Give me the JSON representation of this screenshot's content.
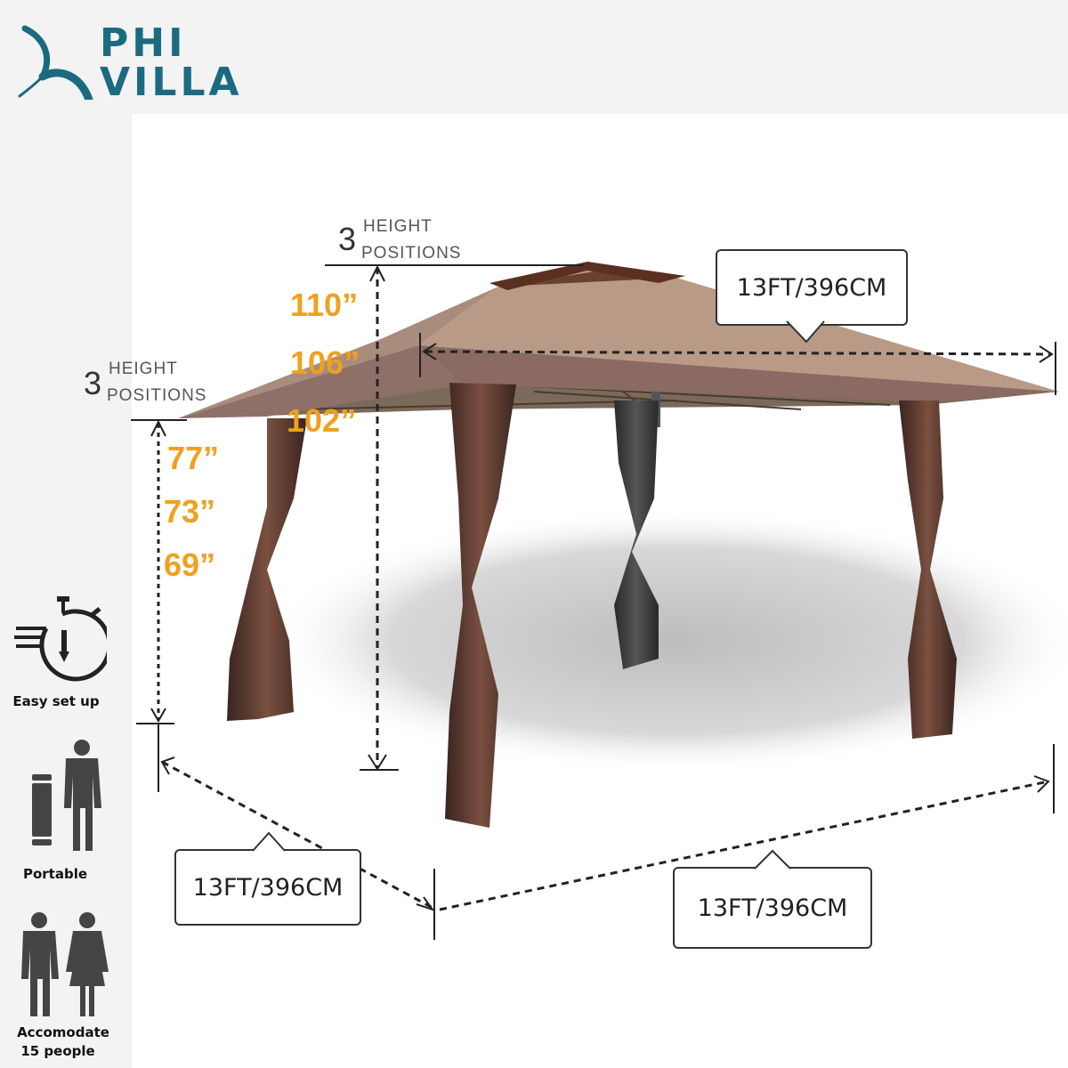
{
  "brand": {
    "line1": "PHI",
    "line2": "VILLA",
    "color": "#1a6a80"
  },
  "product": {
    "type": "pop-up gazebo canopy with mosquito netting",
    "canopy_color_top": "#b89a86",
    "canopy_color_edge": "#8a6a62",
    "netting_color": "#5a3a30"
  },
  "center_height": {
    "count": "3",
    "label_top": "HEIGHT",
    "label_bottom": "POSITIONS",
    "values": [
      "110”",
      "106”",
      "102”"
    ]
  },
  "eave_height": {
    "count": "3",
    "label_top": "HEIGHT",
    "label_bottom": "POSITIONS",
    "values": [
      "77”",
      "73”",
      "69”"
    ]
  },
  "dimensions": {
    "top_width": "13FT/396CM",
    "left_depth": "13FT/396CM",
    "bottom_width": "13FT/396CM"
  },
  "features": [
    {
      "icon": "stopwatch-icon",
      "label": "Easy set up"
    },
    {
      "icon": "portable-person-icon",
      "label": "Portable"
    },
    {
      "icon": "people-icon",
      "label_line1": "Accomodate",
      "label_line2": "15 people"
    }
  ],
  "colors": {
    "height_value": "#f0a020",
    "text_dark": "#222222",
    "background": "#f3f3f3"
  }
}
